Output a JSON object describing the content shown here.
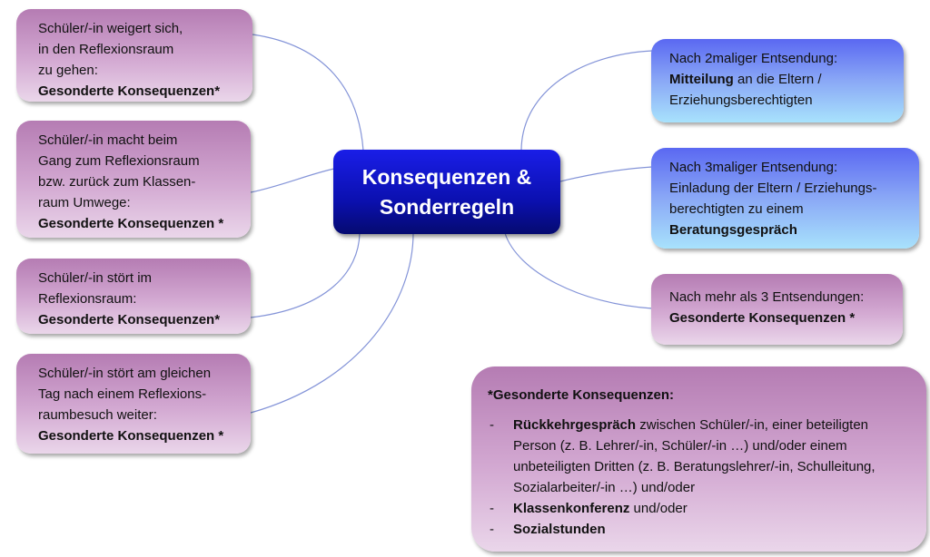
{
  "center": {
    "line1": "Konsequenzen &",
    "line2": "Sonderregeln"
  },
  "left_boxes": [
    {
      "lines": [
        "Schüler/-in weigert sich,",
        "in den Reflexionsraum",
        "zu gehen:"
      ],
      "bold": "Gesonderte Konsequenzen*"
    },
    {
      "lines": [
        "Schüler/-in macht beim",
        "Gang zum Reflexionsraum",
        "bzw. zurück zum Klassen-",
        "raum Umwege:"
      ],
      "bold": "Gesonderte Konsequenzen *"
    },
    {
      "lines": [
        "Schüler/-in stört im",
        "Reflexionsraum:"
      ],
      "bold": "Gesonderte Konsequenzen*"
    },
    {
      "lines": [
        "Schüler/-in stört am gleichen",
        "Tag nach einem Reflexions-",
        "raumbesuch weiter:"
      ],
      "bold": "Gesonderte Konsequenzen *"
    }
  ],
  "right_boxes": {
    "b1": {
      "line1": "Nach 2maliger Entsendung:",
      "bold": "Mitteilung",
      "rest": " an die Eltern /",
      "line3": "Erziehungsberechtigten"
    },
    "b2": {
      "line1": "Nach 3maliger Entsendung:",
      "line2": "Einladung der Eltern / Erziehungs-",
      "line3": "berechtigten zu einem",
      "bold": "Beratungsgespräch"
    },
    "b3": {
      "line1": "Nach mehr als 3 Entsendungen:",
      "bold": "Gesonderte Konsequenzen *"
    }
  },
  "legend": {
    "title": "*Gesonderte Konsequenzen:",
    "items": [
      {
        "bold": "Rückkehrgespräch",
        "text": " zwischen Schüler/-in, einer beteiligten Person (z. B. Lehrer/-in, Schüler/-in …) und/oder einem unbeteiligten Dritten (z. B. Beratungslehrer/-in, Schulleitung, Sozialarbeiter/-in …) und/oder"
      },
      {
        "bold": "Klassenkonferenz",
        "text": " und/oder"
      },
      {
        "bold": "Sozialstunden",
        "text": ""
      }
    ]
  },
  "colors": {
    "line": "#7f8fd6",
    "center": "#0b10b0",
    "purple": "#b57cb3",
    "blue": "#5a68f2"
  }
}
